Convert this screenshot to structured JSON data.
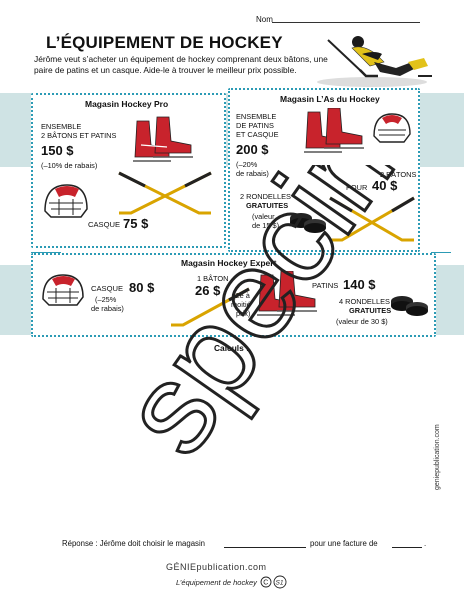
{
  "header": {
    "name_label": "Nom",
    "title": "L’ÉQUIPEMENT DE HOCKEY",
    "intro": "Jérôme veut s’acheter un équipement de hockey comprenant deux bâtons, une paire de patins et un casque. Aide-le à trouver le meilleur prix possible."
  },
  "store1": {
    "title": "Magasin Hockey Pro",
    "bundle_label_1": "ENSEMBLE",
    "bundle_label_2": "2 BÂTONS ET PATINS",
    "bundle_price": "150 $",
    "discount": "(–10% de rabais)",
    "helmet_label": "CASQUE",
    "helmet_price": "75 $"
  },
  "store2": {
    "title": "Magasin L’As du Hockey",
    "bundle_label_1": "ENSEMBLE",
    "bundle_label_2": "DE PATINS",
    "bundle_label_3": "ET CASQUE",
    "bundle_price": "200 $",
    "discount_1": "(–20%",
    "discount_2": "de rabais)",
    "sticks_label_1": "2 BÂTONS",
    "sticks_label_2": "POUR",
    "sticks_price": "40 $",
    "pucks_label_1": "2 RONDELLES",
    "pucks_label_2": "GRATUITES",
    "pucks_value_1": "(valeur",
    "pucks_value_2": "de 15 $)"
  },
  "store3": {
    "title": "Magasin Hockey Expert",
    "helmet_label": "CASQUE",
    "helmet_price": "80 $",
    "helmet_discount_1": "(–25%",
    "helmet_discount_2": "de rabais)",
    "stick_label": "1 BÂTON",
    "stick_price": "26 $",
    "stick_note_1": "(2e à",
    "stick_note_2": "moitié",
    "stick_note_3": "prix)",
    "skates_label": "PATINS",
    "skates_price": "140 $",
    "pucks_label_1": "4 RONDELLES",
    "pucks_label_2": "GRATUITES",
    "pucks_value": "(valeur de 30 $)"
  },
  "calc_label": "Calculs :",
  "answer": {
    "part1": "Réponse : Jérôme doit choisir le magasin",
    "part2": "pour une facture de",
    "part3": "."
  },
  "watermark": "specimen",
  "footer": {
    "side_text": "geniepublication.com",
    "logo": "GÉNIEpublication.com",
    "caption": "L’équipement de hockey"
  },
  "colors": {
    "accent": "#2c9bb5",
    "band": "#cfe3e4",
    "skate_red": "#c8232c",
    "stick_gold": "#d9a400"
  }
}
